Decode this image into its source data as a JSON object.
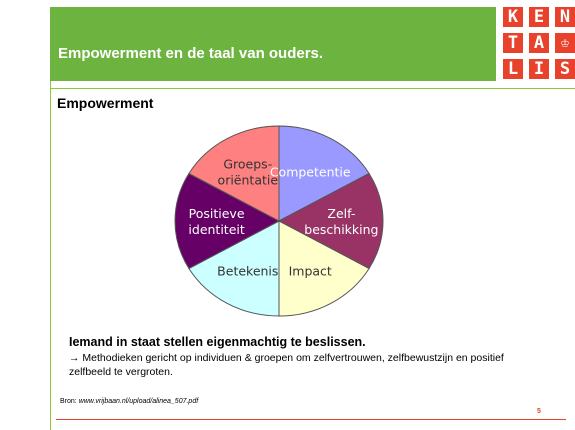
{
  "header": {
    "title": "Empowerment en de taal van ouders.",
    "accent_color": "#6db33f"
  },
  "logo": {
    "letters": [
      "K",
      "E",
      "N",
      "T",
      "A",
      "♔",
      "L",
      "I",
      "S"
    ],
    "color": "#e8412c"
  },
  "section_title": "Empowerment",
  "wheel": {
    "segments": [
      {
        "lines": [
          "Competentie"
        ],
        "color": "#9999ff",
        "text_color": "#ffffff"
      },
      {
        "lines": [
          "Zelf-",
          "beschikking"
        ],
        "color": "#993366",
        "text_color": "#ffffff"
      },
      {
        "lines": [
          "Impact"
        ],
        "color": "#ffffcc",
        "text_color": "#333333"
      },
      {
        "lines": [
          "Betekenis"
        ],
        "color": "#ccffff",
        "text_color": "#333333"
      },
      {
        "lines": [
          "Positieve",
          "identiteit"
        ],
        "color": "#660066",
        "text_color": "#ffffff"
      },
      {
        "lines": [
          "Groeps-",
          "oriëntatie"
        ],
        "color": "#ff8080",
        "text_color": "#333333"
      }
    ]
  },
  "body": {
    "main": "Iemand in staat stellen eigenmachtig te beslissen.",
    "sub": "→ Methodieken gericht op individuen & groepen om zelfvertrouwen, zelfbewustzijn en positief zelfbeeld te vergroten."
  },
  "source": {
    "label": "Bron: ",
    "url": "www.vrijbaan.nl/upload/alinea_507.pdf"
  },
  "page_number": "5"
}
